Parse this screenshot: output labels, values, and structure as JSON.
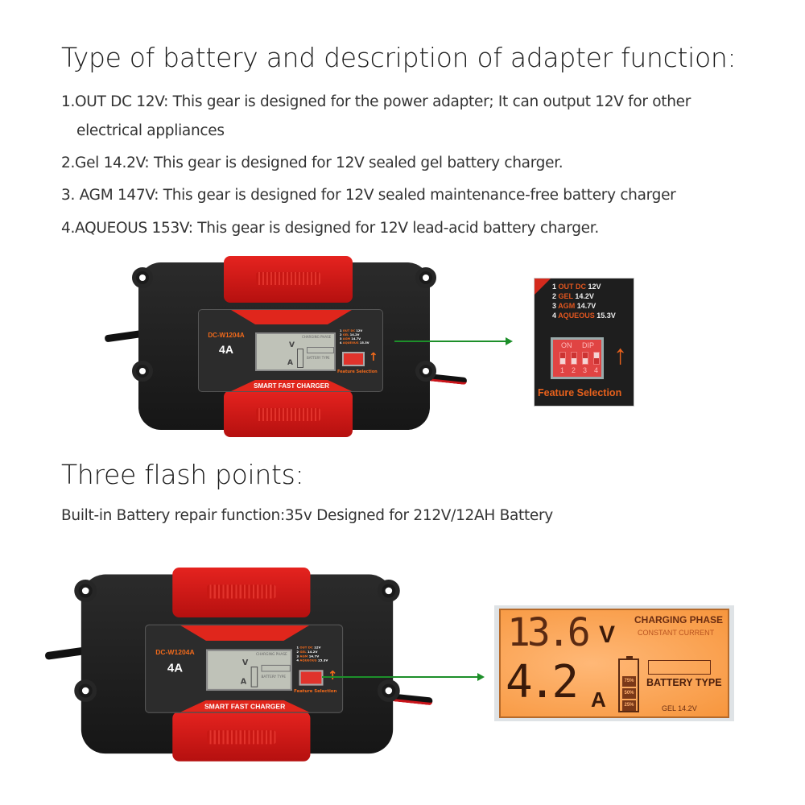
{
  "section1": {
    "title": "Type of battery and description of adapter function:",
    "items": [
      "1.OUT DC 12V: This gear is designed for the power adapter; It can output 12V for other",
      "electrical appliances",
      "2.Gel 14.2V: This gear is designed for 12V sealed gel battery charger.",
      "3. AGM 147V: This gear is designed for 12V sealed maintenance-free battery charger",
      "4.AQUEOUS 153V: This gear is designed for 12V lead-acid battery charger."
    ]
  },
  "section2": {
    "title": "Three flash points:",
    "description": "Built-in Battery repair function:35v Designed for 212V/12AH Battery"
  },
  "charger": {
    "model": "DC-W1204A",
    "current": "4A",
    "label": "SMART FAST CHARGER",
    "lcd_v": "V",
    "lcd_a": "A",
    "lcd_phase": "CHARGING PHASE",
    "lcd_type": "BATTERY TYPE",
    "feature_selection": "Feature Selection",
    "arrow_glyph": "↑"
  },
  "feature_panel": {
    "modes": [
      {
        "num": "1",
        "name": "OUT DC",
        "volt": "12V"
      },
      {
        "num": "2",
        "name": "GEL",
        "volt": "14.2V"
      },
      {
        "num": "3",
        "name": "AGM",
        "volt": "14.7V"
      },
      {
        "num": "4",
        "name": "AQUEOUS",
        "volt": "15.3V"
      }
    ],
    "dip_on": "ON",
    "dip_label": "DIP",
    "switch_numbers": [
      "1",
      "2",
      "3",
      "4"
    ],
    "title": "Feature Selection",
    "arrow_glyph": "↑"
  },
  "lcd_display": {
    "voltage": "13.6",
    "voltage_unit": "V",
    "current": "4.2",
    "current_unit": "A",
    "phase_title": "CHARGING PHASE",
    "phase_value": "CONSTANT CURRENT",
    "battery_levels": [
      "75%",
      "50%",
      "25%"
    ],
    "battery_type_label": "BATTERY TYPE",
    "mode": "GEL 14.2V"
  },
  "colors": {
    "brand_red": "#e0261c",
    "accent_orange": "#f26a1b",
    "arrow_green": "#1d8f2a",
    "lcd_orange": "#f7963d"
  }
}
